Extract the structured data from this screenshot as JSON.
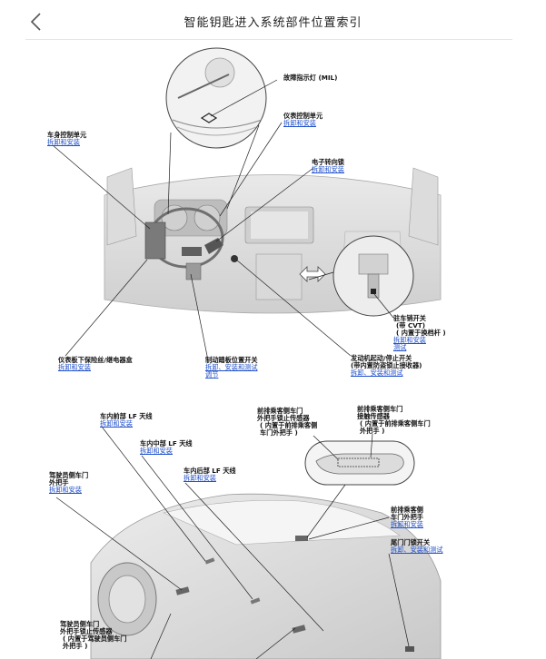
{
  "header": {
    "title": "智能钥匙进入系统部件位置索引",
    "back_icon": "chevron-left-icon"
  },
  "callouts": {
    "mil": {
      "label": "故障指示灯 (MIL)"
    },
    "meter": {
      "label": "仪表控制单元",
      "link": "拆卸和安装"
    },
    "body_ctrl": {
      "label": "车身控制单元",
      "link": "拆卸和安装"
    },
    "steer_lock": {
      "label": "电子转向锁",
      "link": "拆卸和安装"
    },
    "park_pin": {
      "l1": "驻车销开关",
      "l2": "(带 CVT)",
      "l3": "( 内置于换档杆 )",
      "link1": "拆卸和安装",
      "link2": "测试"
    },
    "fuse_box": {
      "label": "仪表板下保险丝/继电器盒",
      "link": "拆卸和安装"
    },
    "brake_sw": {
      "label": "制动踏板位置开关",
      "link1": "拆卸、安装和测试",
      "link2": "调节"
    },
    "engine_sw": {
      "l1": "发动机起动/停止开关",
      "l2": "(带内置防盗锁止接收器)",
      "link": "拆卸、安装和测试"
    },
    "front_ant": {
      "label": "车内前部 LF 天线",
      "link": "拆卸和安装"
    },
    "mid_ant": {
      "label": "车内中部 LF 天线",
      "link": "拆卸和安装"
    },
    "rear_ant": {
      "label": "车内后部 LF 天线",
      "link": "拆卸和安装"
    },
    "drv_handle": {
      "l1": "驾驶员侧车门",
      "l2": "外把手",
      "link": "拆卸和安装"
    },
    "pass_lock_sensor": {
      "l1": "前排乘客侧车门",
      "l2": "外把手锁止传感器",
      "l3": "( 内置于前排乘客侧",
      "l4": "车门外把手 )"
    },
    "pass_touch_sensor": {
      "l1": "前排乘客侧车门",
      "l2": "接触传感器",
      "l3": "( 内置于前排乘客侧车门",
      "l4": "外把手 )"
    },
    "pass_handle": {
      "l1": "前排乘客侧",
      "l2": "车门外把手",
      "link": "拆卸和安装"
    },
    "trunk_sw": {
      "label": "尾门门锁开关",
      "link": "拆卸、安装和测试"
    },
    "drv_lock_sensor": {
      "l1": "驾驶员侧车门",
      "l2": "外把手锁止传感器",
      "l3": "( 内置于驾驶员侧车门",
      "l4": "外把手 )"
    }
  }
}
